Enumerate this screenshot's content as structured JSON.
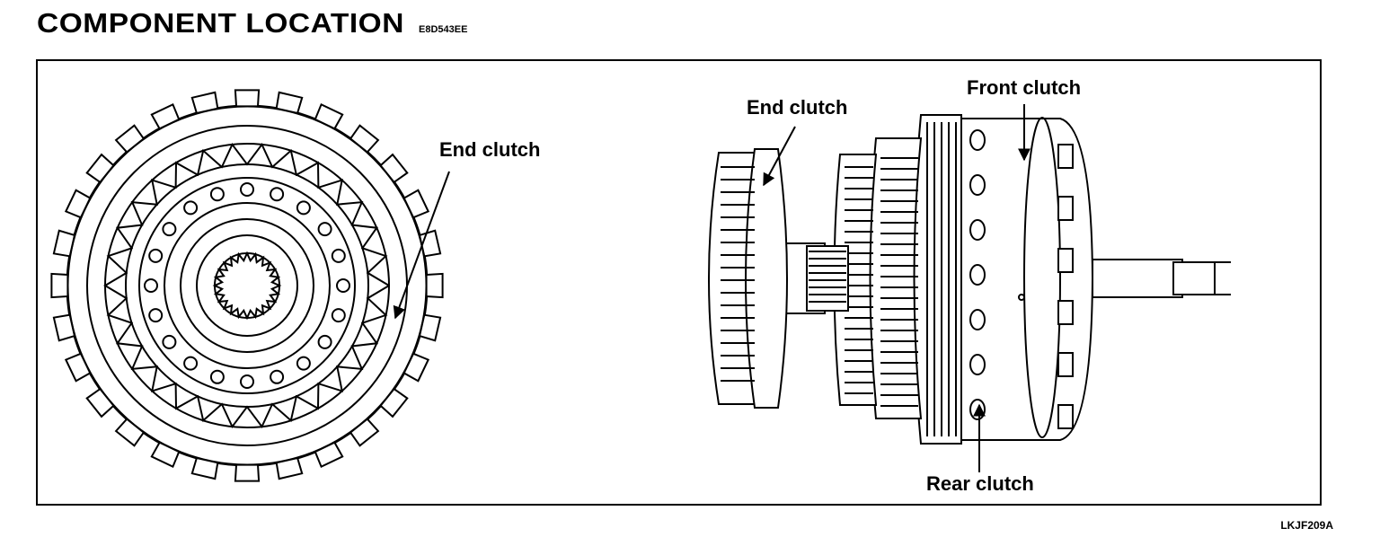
{
  "page": {
    "heading": "COMPONENT LOCATION",
    "section_code": "E8D543EE",
    "figure_id": "LKJF209A"
  },
  "callouts": {
    "left_end_clutch": "End clutch",
    "right_end_clutch": "End clutch",
    "front_clutch": "Front clutch",
    "rear_clutch": "Rear clutch"
  }
}
